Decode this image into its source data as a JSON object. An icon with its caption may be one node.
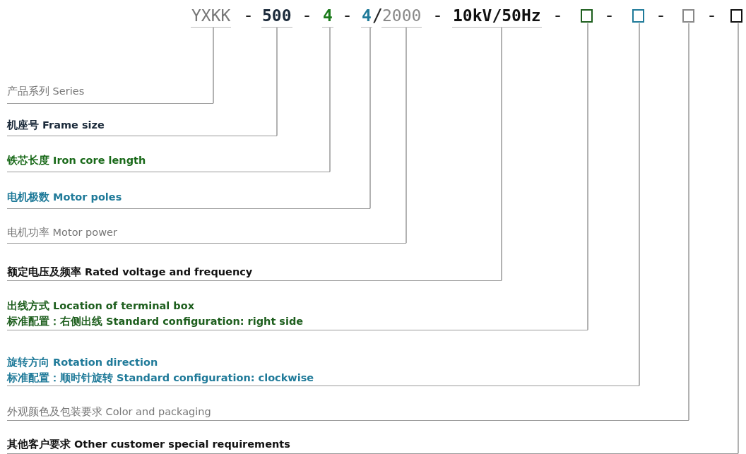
{
  "diagram": {
    "nodes": [
      {
        "text": [
          "YXKK"
        ]
      },
      {
        "text": [
          "500"
        ]
      },
      {
        "text": [
          "4"
        ]
      },
      {
        "text": [
          "4"
        ]
      },
      {
        "text": [
          "2000"
        ]
      },
      {
        "text": [
          "10kV/50Hz"
        ]
      },
      {
        "text": [],
        "shape": "box"
      },
      {
        "text": [],
        "shape": "box"
      },
      {
        "text": [],
        "shape": "box"
      },
      {
        "text": [],
        "shape": "box"
      },
      {
        "text": [
          "产品系列 Series"
        ]
      },
      {
        "text": [
          "机座号 Frame size"
        ]
      },
      {
        "text": [
          "铁芯长度 Iron core length"
        ]
      },
      {
        "text": [
          "电机极数 Motor poles"
        ]
      },
      {
        "text": [
          "电机功率 Motor power"
        ]
      },
      {
        "text": [
          "额定电压及频率 Rated voltage and frequency"
        ]
      },
      {
        "text": [
          "出线方式 Location of terminal box",
          "标准配置：右侧出线 Standard configuration: right side"
        ]
      },
      {
        "text": [
          "旋转方向 Rotation direction",
          "标准配置：顺时针旋转 Standard configuration: clockwise"
        ]
      },
      {
        "text": [
          "外观颜色及包装要求 Color and packaging"
        ]
      },
      {
        "text": [
          "其他客户要求 Other customer special requirements"
        ]
      }
    ],
    "edges": [
      {
        "from": 0,
        "to": 10,
        "arrow": "none"
      },
      {
        "from": 1,
        "to": 11,
        "arrow": "none"
      },
      {
        "from": 2,
        "to": 12,
        "arrow": "none"
      },
      {
        "from": 3,
        "to": 13,
        "arrow": "none"
      },
      {
        "from": 4,
        "to": 14,
        "arrow": "none"
      },
      {
        "from": 5,
        "to": 15,
        "arrow": "none"
      },
      {
        "from": 6,
        "to": 16,
        "arrow": "none"
      },
      {
        "from": 7,
        "to": 17,
        "arrow": "none"
      },
      {
        "from": 8,
        "to": 18,
        "arrow": "none"
      },
      {
        "from": 9,
        "to": 19,
        "arrow": "none"
      }
    ],
    "labels": [
      "-",
      "-",
      "-",
      "/",
      "-",
      "-",
      "-",
      "-",
      "-"
    ]
  }
}
